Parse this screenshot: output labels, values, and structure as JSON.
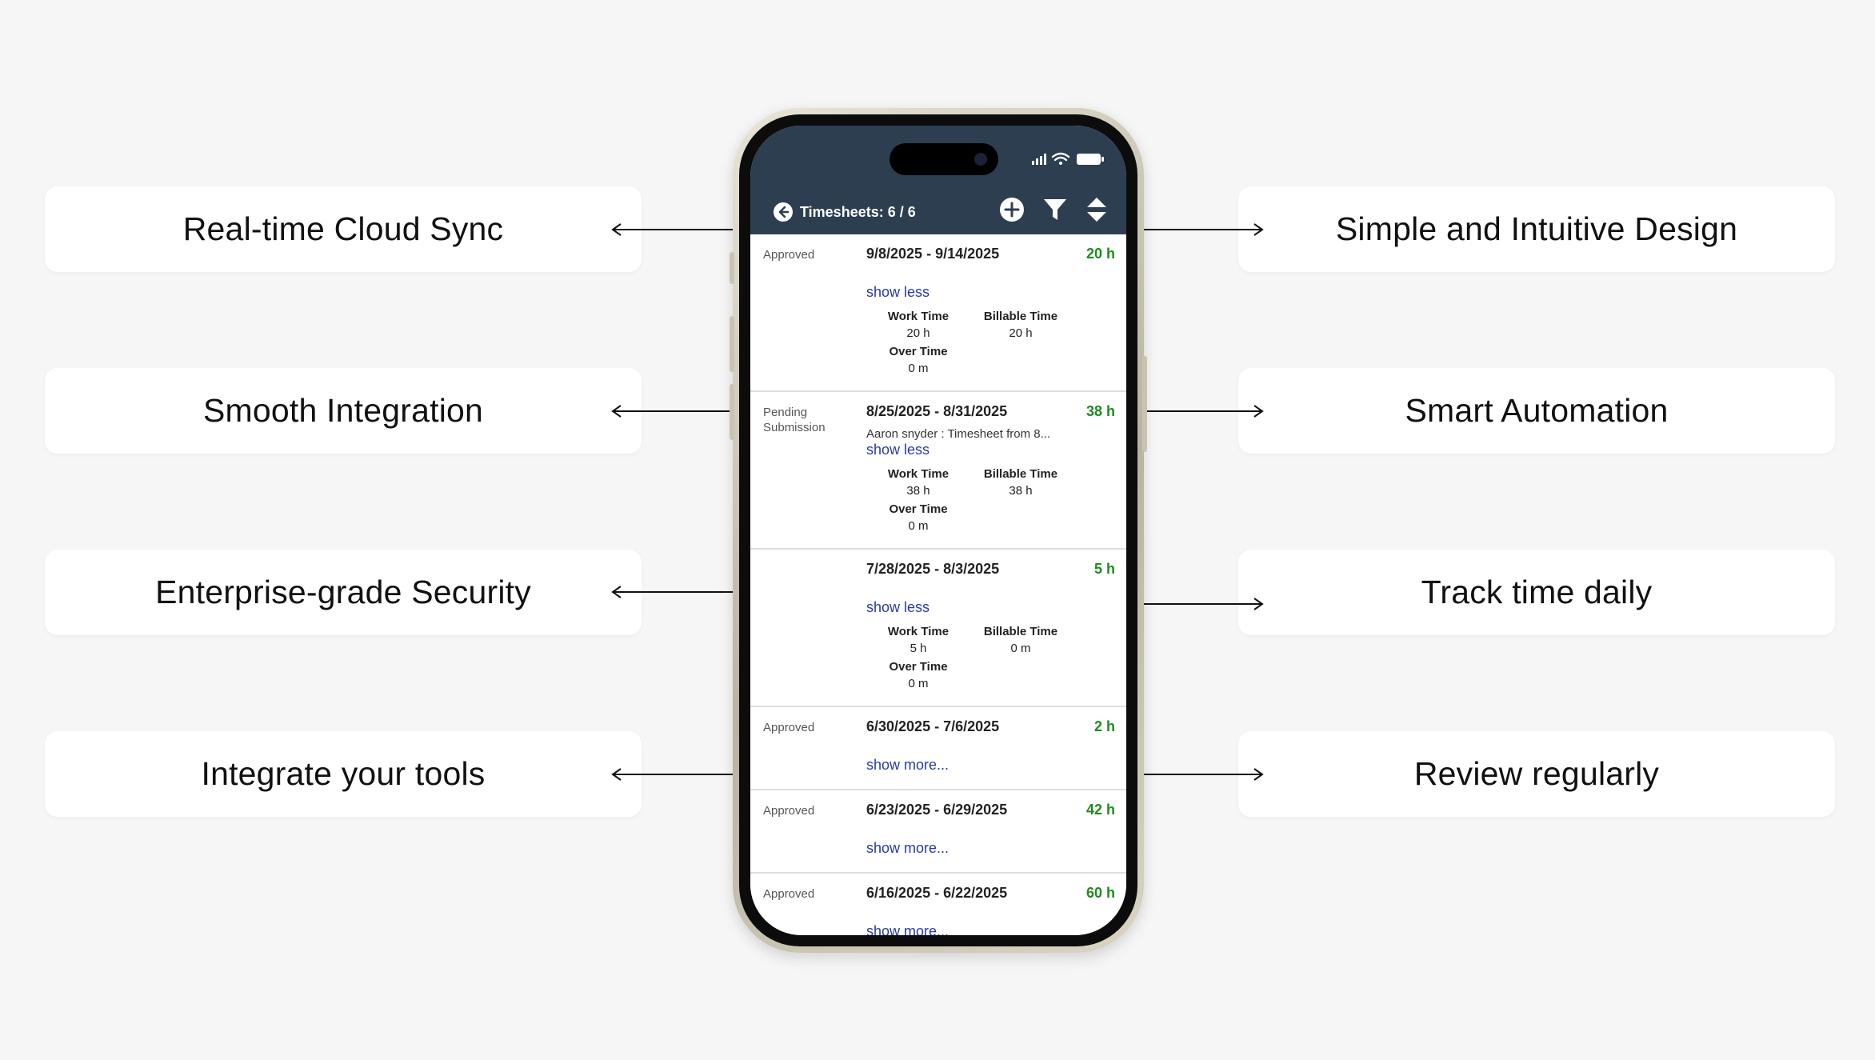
{
  "features": {
    "left": [
      "Real-time Cloud Sync",
      "Smooth Integration",
      "Enterprise-grade Security",
      "Integrate your tools"
    ],
    "right": [
      "Simple and Intuitive Design",
      "Smart Automation",
      "Track time daily",
      "Review regularly"
    ]
  },
  "app": {
    "header": {
      "title": "Timesheets: 6 / 6",
      "icons": [
        "back-arrow-icon",
        "add-circle-icon",
        "filter-icon",
        "sort-icon"
      ]
    },
    "labels": {
      "work_time": "Work Time",
      "billable_time": "Billable Time",
      "over_time": "Over Time"
    },
    "timesheets": [
      {
        "status": "Approved",
        "range": "9/8/2025 - 9/14/2025",
        "hours": "20 h",
        "subtitle": "",
        "toggle": "show less",
        "work_time": "20 h",
        "billable_time": "20 h",
        "over_time": "0 m"
      },
      {
        "status": "Pending Submission",
        "range": "8/25/2025 - 8/31/2025",
        "hours": "38 h",
        "subtitle": "Aaron snyder : Timesheet from 8...",
        "toggle": "show less",
        "work_time": "38 h",
        "billable_time": "38 h",
        "over_time": "0 m"
      },
      {
        "status": "",
        "range": "7/28/2025 - 8/3/2025",
        "hours": "5 h",
        "subtitle": "",
        "toggle": "show less",
        "work_time": "5 h",
        "billable_time": "0 m",
        "over_time": "0 m"
      },
      {
        "status": "Approved",
        "range": "6/30/2025 - 7/6/2025",
        "hours": "2 h",
        "subtitle": "",
        "toggle": "show more..."
      },
      {
        "status": "Approved",
        "range": "6/23/2025 - 6/29/2025",
        "hours": "42 h",
        "subtitle": "",
        "toggle": "show more..."
      },
      {
        "status": "Approved",
        "range": "6/16/2025 - 6/22/2025",
        "hours": "60 h",
        "subtitle": "",
        "toggle": "show more..."
      }
    ]
  },
  "colors": {
    "header_bg": "#2d3e50",
    "hours_green": "#1f8a1f",
    "link_blue": "#2a3a9e",
    "page_bg": "#f6f6f6"
  }
}
